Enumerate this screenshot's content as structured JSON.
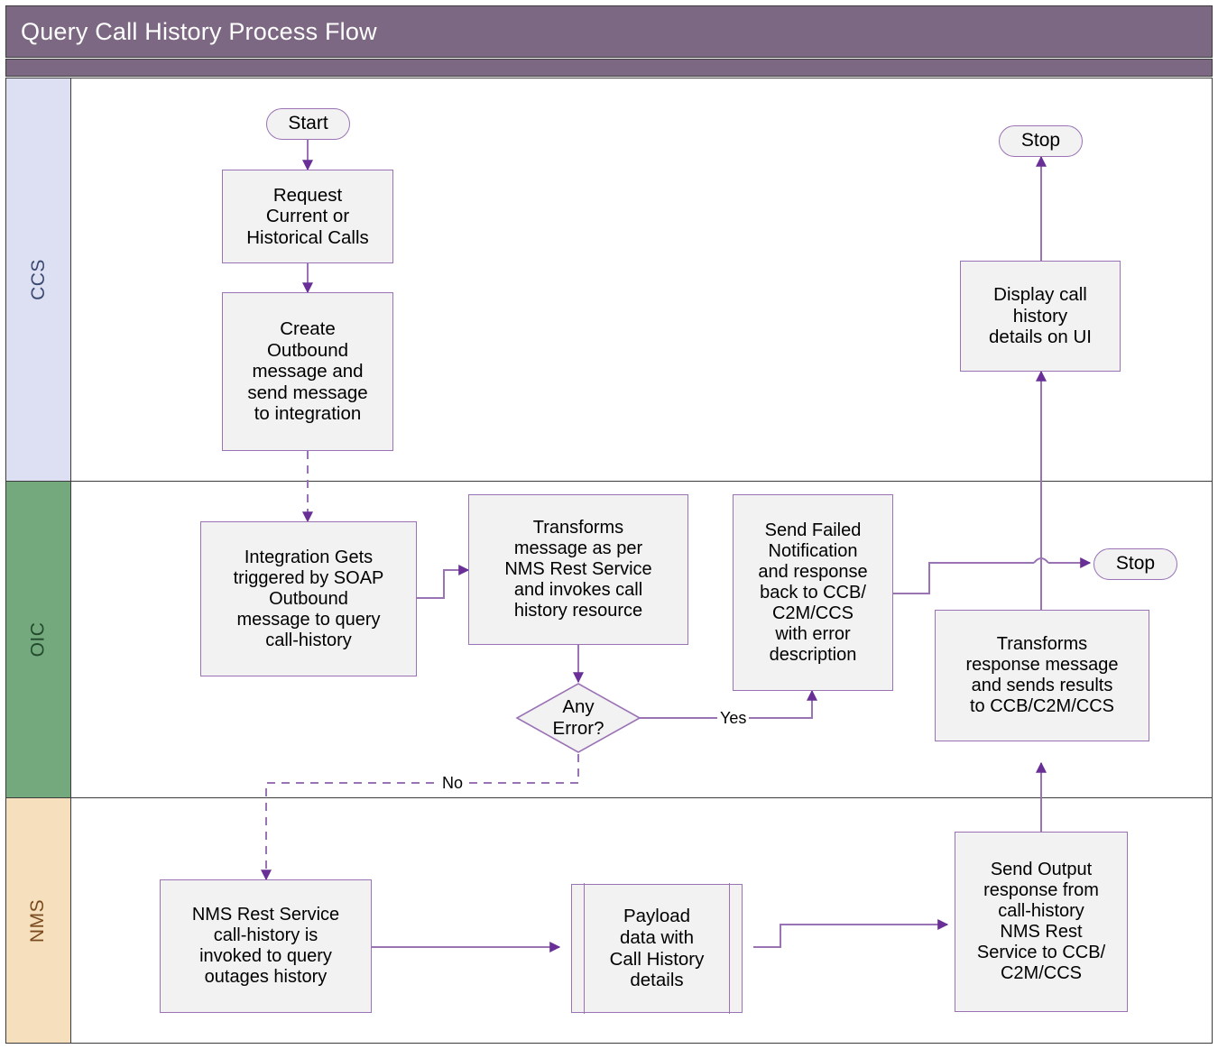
{
  "diagram": {
    "title": "Query Call History Process Flow",
    "colors": {
      "title_bar": "#7d6883",
      "lane_ccs": "#dce0f2",
      "lane_oic": "#74a97e",
      "lane_nms": "#f5dfbd",
      "node_fill": "#f2f2f2",
      "node_border": "#9a73b5",
      "connector": "#9a73b5",
      "arrowhead": "#6a2f96"
    },
    "lanes": [
      {
        "id": "ccs",
        "label": "CCS"
      },
      {
        "id": "oic",
        "label": "OIC"
      },
      {
        "id": "nms",
        "label": "NMS"
      }
    ],
    "nodes": {
      "start": {
        "label": "Start",
        "shape": "terminator",
        "lane": "CCS"
      },
      "request_calls": {
        "label": "Request\nCurrent or\nHistorical Calls",
        "shape": "process",
        "lane": "CCS"
      },
      "create_outbound": {
        "label": "Create\nOutbound\nmessage and\nsend message\nto integration",
        "shape": "process",
        "lane": "CCS"
      },
      "display_ui": {
        "label": "Display call\nhistory\ndetails on UI",
        "shape": "process",
        "lane": "CCS"
      },
      "stop_ccs": {
        "label": "Stop",
        "shape": "terminator",
        "lane": "CCS"
      },
      "integration_triggered": {
        "label": "Integration Gets\ntriggered  by SOAP\nOutbound\nmessage to query\ncall-history",
        "shape": "process",
        "lane": "OIC"
      },
      "transform_request": {
        "label": "Transforms\nmessage as per\nNMS Rest Service\nand invokes call\nhistory resource",
        "shape": "process",
        "lane": "OIC"
      },
      "any_error": {
        "label": "Any\nError?",
        "shape": "decision",
        "lane": "OIC"
      },
      "send_failed": {
        "label": "Send Failed\nNotification\nand response\nback to CCB/\nC2M/CCS\nwith error\ndescription",
        "shape": "process",
        "lane": "OIC"
      },
      "transform_response": {
        "label": "Transforms\nresponse message\nand sends  results\nto CCB/C2M/CCS",
        "shape": "process",
        "lane": "OIC"
      },
      "stop_oic": {
        "label": "Stop",
        "shape": "terminator",
        "lane": "OIC"
      },
      "nms_rest_service": {
        "label": "NMS Rest Service\ncall-history is\ninvoked to query\noutages history",
        "shape": "process",
        "lane": "NMS"
      },
      "payload_data": {
        "label": "Payload\ndata with\nCall History\ndetails",
        "shape": "predefined-process",
        "lane": "NMS"
      },
      "send_output": {
        "label": "Send Output\nresponse from\ncall-history\nNMS Rest\nService to CCB/\nC2M/CCS",
        "shape": "process",
        "lane": "NMS"
      }
    },
    "edge_labels": {
      "yes": "Yes",
      "no": "No"
    }
  }
}
